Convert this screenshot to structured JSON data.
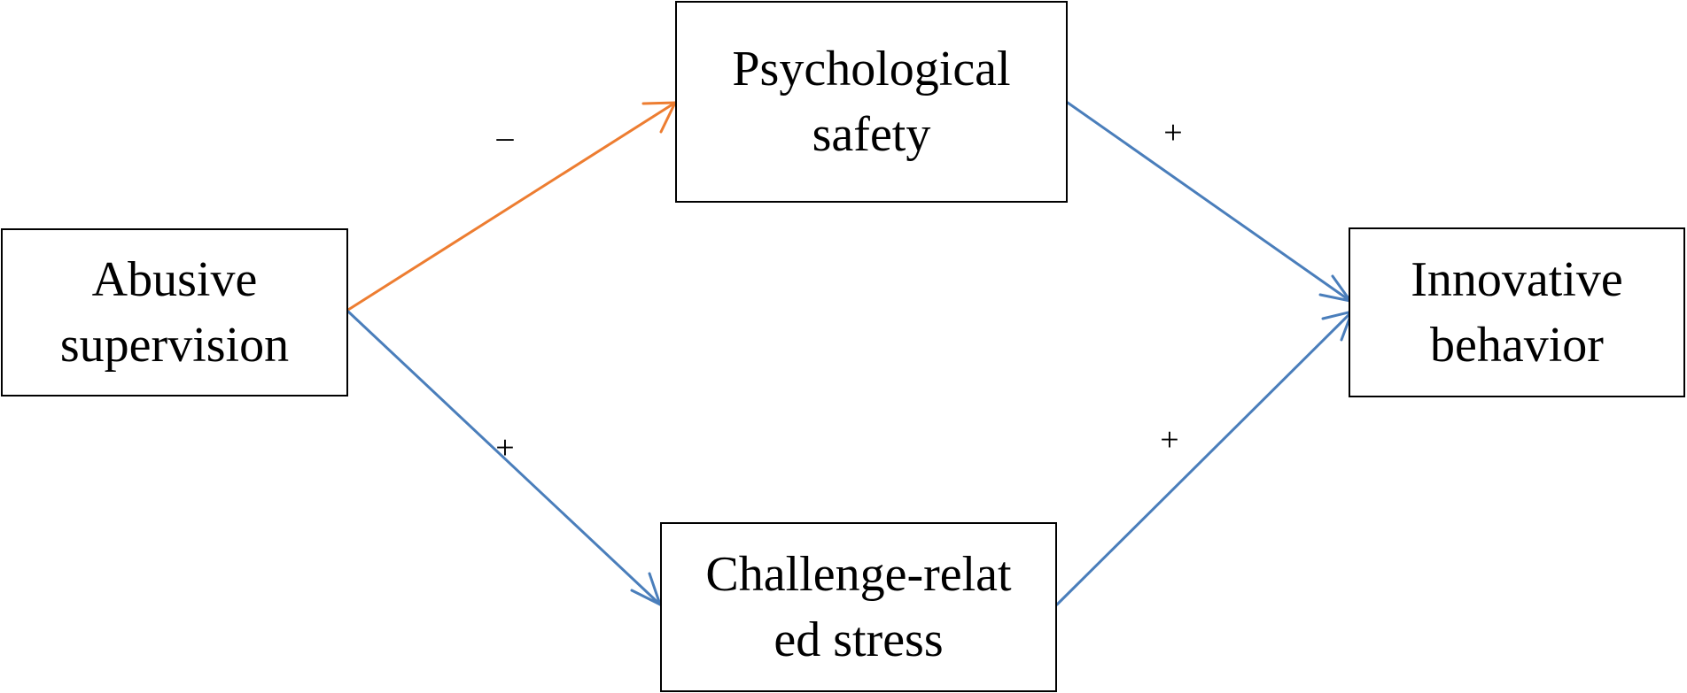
{
  "nodes": {
    "abusive": {
      "label": "Abusive\nsupervision"
    },
    "safety": {
      "label": "Psychological\nsafety"
    },
    "stress": {
      "label": "Challenge-relat\ned stress"
    },
    "innovative": {
      "label": "Innovative\nbehavior"
    }
  },
  "edges": [
    {
      "from": "abusive",
      "to": "safety",
      "sign": "–",
      "color": "#ED7D31"
    },
    {
      "from": "abusive",
      "to": "stress",
      "sign": "+",
      "color": "#4A7EBB"
    },
    {
      "from": "safety",
      "to": "innovative",
      "sign": "+",
      "color": "#4A7EBB"
    },
    {
      "from": "stress",
      "to": "innovative",
      "sign": "+",
      "color": "#4A7EBB"
    }
  ]
}
